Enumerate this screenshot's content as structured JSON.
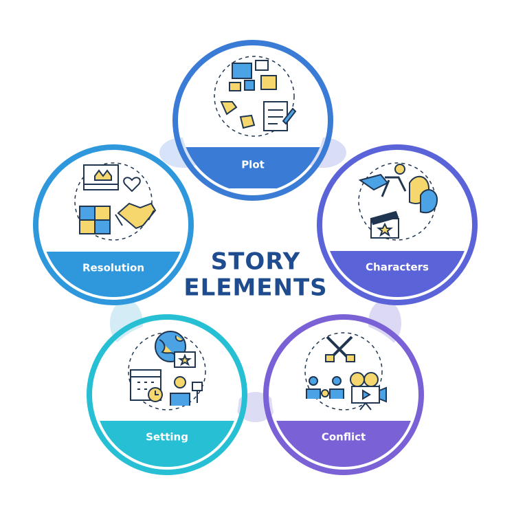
{
  "title": {
    "line1": "STORY",
    "line2": "ELEMENTS"
  },
  "nodes": [
    {
      "label": "Plot",
      "color": "#3a7bd5",
      "icon": "plot-icon"
    },
    {
      "label": "Characters",
      "color": "#5b63d8",
      "icon": "characters-icon"
    },
    {
      "label": "Conflict",
      "color": "#7b61d6",
      "icon": "conflict-icon"
    },
    {
      "label": "Setting",
      "color": "#26bfd3",
      "icon": "setting-icon"
    },
    {
      "label": "Resolution",
      "color": "#2f98dc",
      "icon": "resolution-icon"
    }
  ],
  "colors": {
    "icon_dark": "#1f3550",
    "icon_yellow": "#f5d76e",
    "icon_blue": "#4ba3e6",
    "connector": "#dfe6f7"
  }
}
